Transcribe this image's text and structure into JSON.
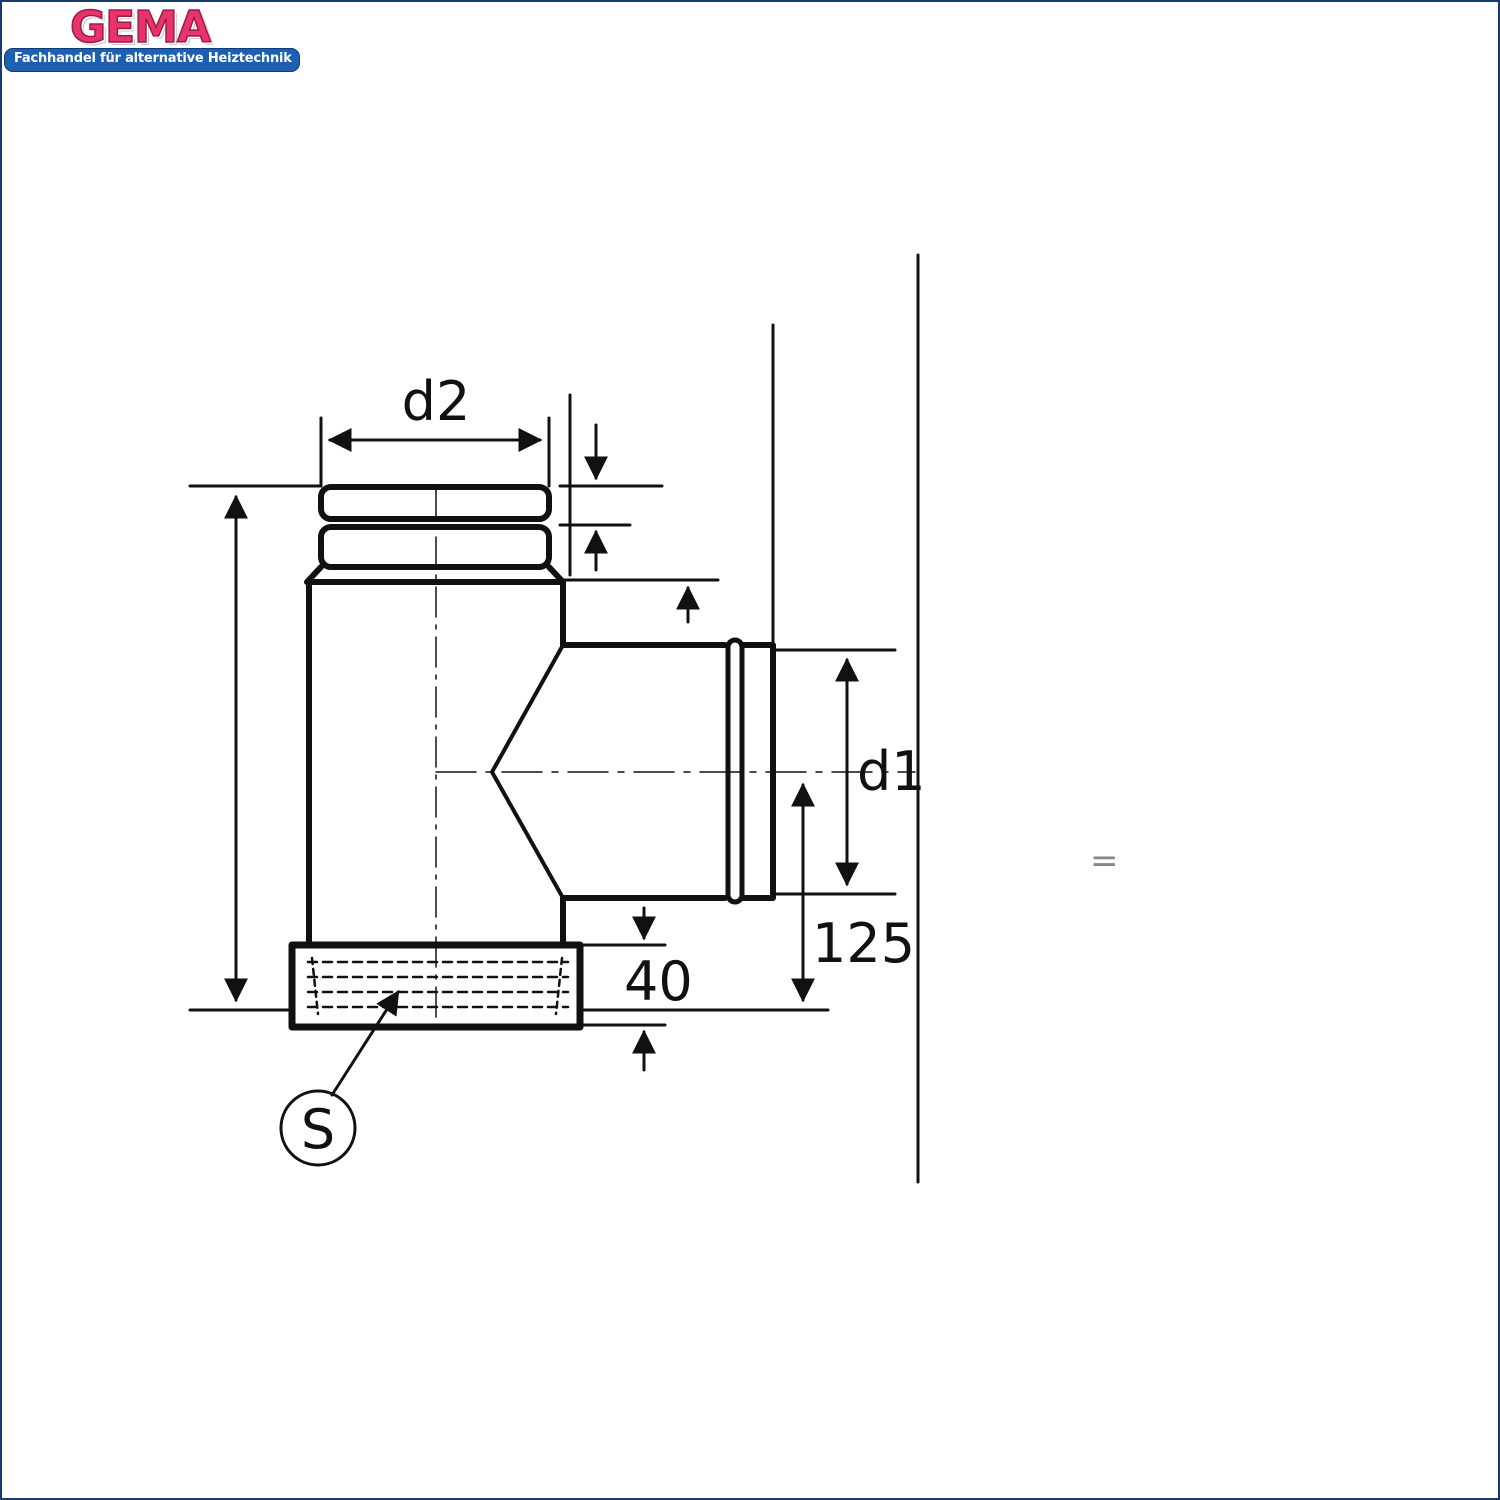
{
  "logo": {
    "brand": "GEMA",
    "tagline": "Fachhandel für alternative Heiztechnik"
  },
  "diagram": {
    "labels": {
      "d2": "d2",
      "d1": "d1",
      "dim_125": "125",
      "dim_40": "40",
      "callout": "S",
      "side_mark": "="
    }
  },
  "colors": {
    "line": "#111111",
    "logo_red": "#e8336b",
    "logo_blue": "#1d5fb0",
    "frame": "#1a3a6b"
  }
}
